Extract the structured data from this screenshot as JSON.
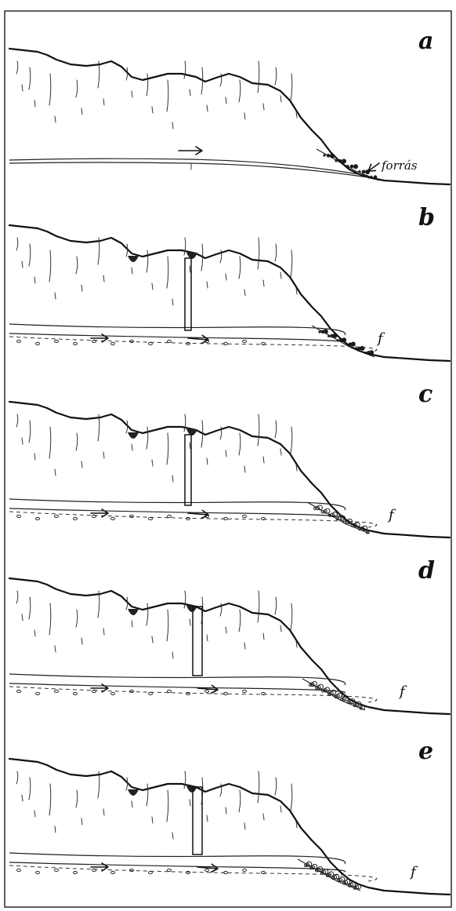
{
  "panels": [
    {
      "id": "a",
      "letter": "a",
      "label": "forrás",
      "stage": 1
    },
    {
      "id": "b",
      "letter": "b",
      "label": "f",
      "stage": 2
    },
    {
      "id": "c",
      "letter": "c",
      "label": "f",
      "stage": 3
    },
    {
      "id": "d",
      "letter": "d",
      "label": "f",
      "stage": 4
    },
    {
      "id": "e",
      "letter": "e",
      "label": "f",
      "stage": 5
    }
  ],
  "colors": {
    "ink": "#111111",
    "paper": "#ffffff"
  }
}
